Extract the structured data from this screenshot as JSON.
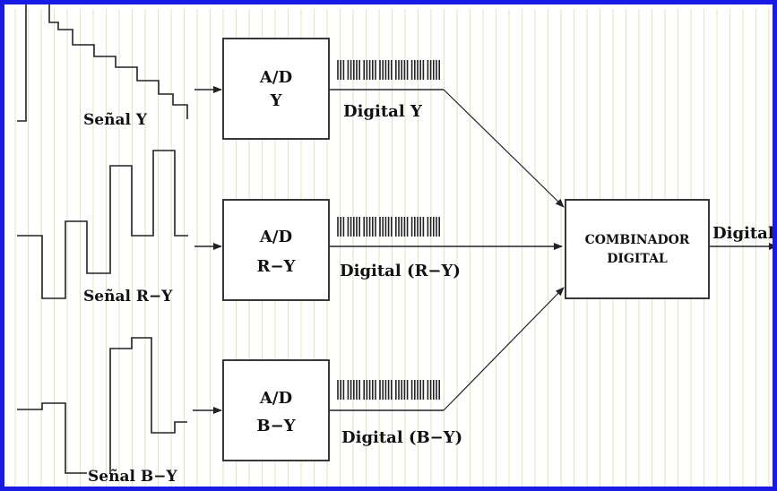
{
  "colors": {
    "frame": "#1a1ae6",
    "stroke": "#222222",
    "text": "#111111",
    "grid": "#e8e0c0"
  },
  "signals": {
    "y": {
      "label": "Señal Y"
    },
    "ry": {
      "label": "Señal R−Y"
    },
    "by": {
      "label": "Señal B−Y"
    }
  },
  "converters": {
    "y": {
      "line1": "A/D",
      "line2": "Y",
      "output": "Digital Y"
    },
    "ry": {
      "line1": "A/D",
      "line2": "R−Y",
      "output": "Digital (R−Y)"
    },
    "by": {
      "line1": "A/D",
      "line2": "B−Y",
      "output": "Digital (B−Y)"
    }
  },
  "combiner": {
    "line1": "COMBINADOR",
    "line2": "DIGITAL",
    "output": "Digital"
  }
}
